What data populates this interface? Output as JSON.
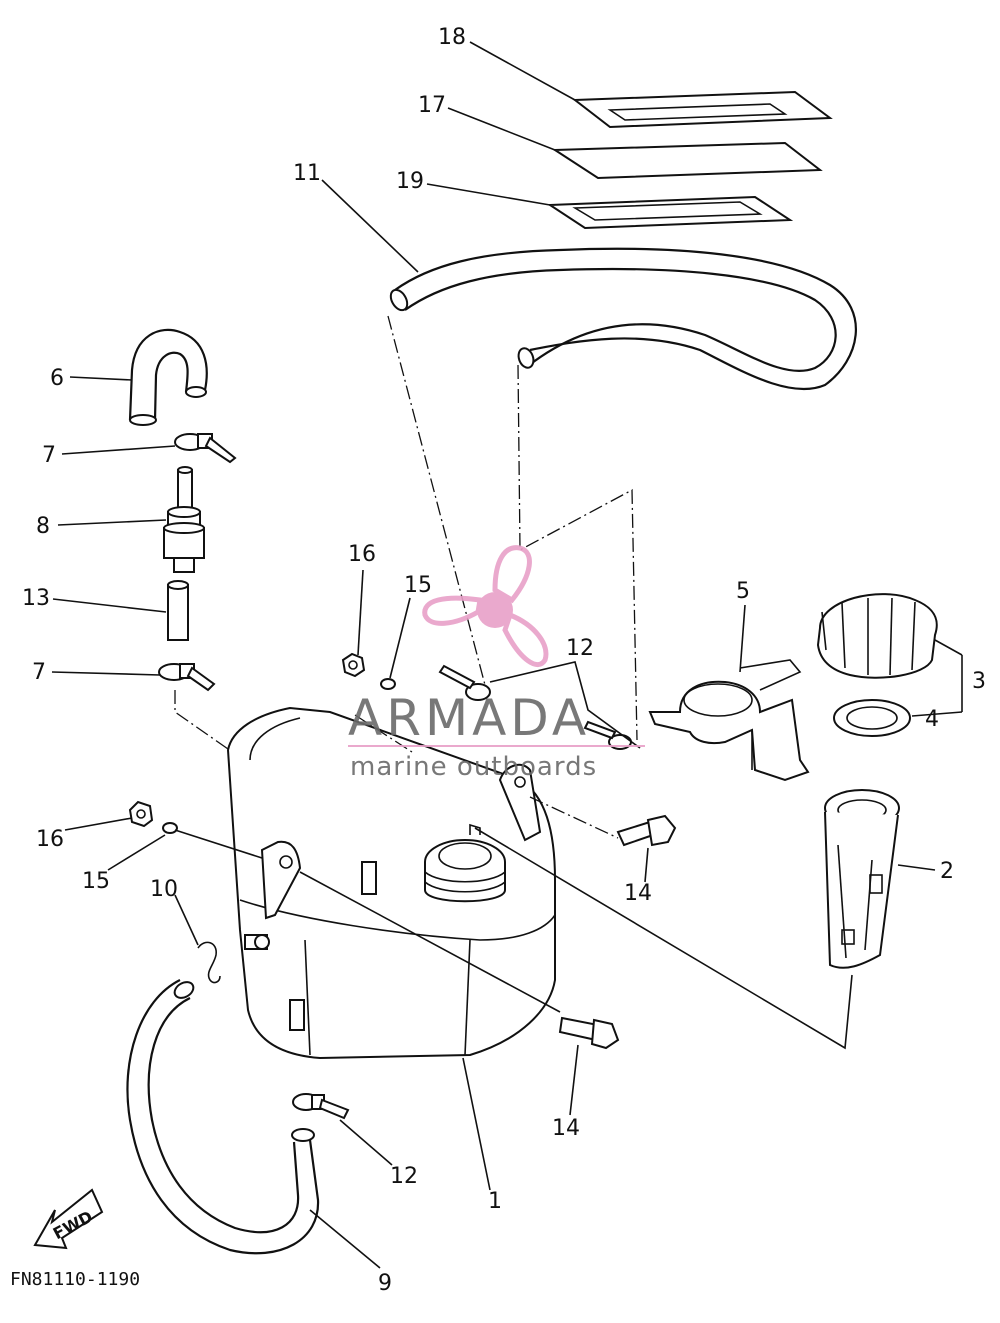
{
  "diagram": {
    "callouts": {
      "c1": "1",
      "c2": "2",
      "c3": "3",
      "c4": "4",
      "c5": "5",
      "c6": "6",
      "c7a": "7",
      "c7b": "7",
      "c8": "8",
      "c9": "9",
      "c10": "10",
      "c11": "11",
      "c12a": "12",
      "c12b": "12",
      "c13": "13",
      "c14a": "14",
      "c14b": "14",
      "c15a": "15",
      "c15b": "15",
      "c16a": "16",
      "c16b": "16",
      "c17": "17",
      "c18": "18",
      "c19": "19"
    },
    "fwd_label": "FWD",
    "code": "FN81110-1190"
  },
  "watermark": {
    "brand": "ARMADA",
    "tagline": "marine outboards",
    "pink": "#e8a0c8",
    "gray": "#6a6a6a"
  }
}
